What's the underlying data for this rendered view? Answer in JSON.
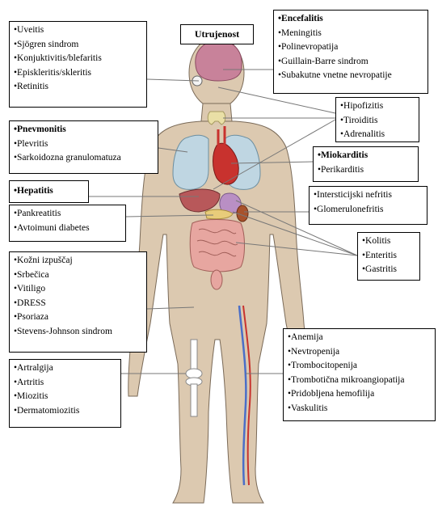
{
  "title": "Utrujenost",
  "boxes": {
    "eye": [
      "Uveitis",
      "Sjögren sindrom",
      "Konjuktivitis/blefaritis",
      "Episkleritis/skleritis",
      "Retinitis"
    ],
    "brain": [
      "Encefalitis",
      "Meningitis",
      "Polinevropatija",
      "Guillain-Barre sindrom",
      "Subakutne vnetne nevropatije"
    ],
    "endocrine": [
      "Hipofizitis",
      "Tiroiditis",
      "Adrenalitis"
    ],
    "lung": [
      "Pnevmonitis",
      "Plevritis",
      "Sarkoidozna granulomatuza"
    ],
    "heart": [
      "Miokarditis",
      "Perikarditis"
    ],
    "liver": [
      "Hepatitis"
    ],
    "kidney": [
      "Intersticijski nefritis",
      "Glomerulonefritis"
    ],
    "pancreas": [
      "Pankreatitis",
      "Avtoimuni diabetes"
    ],
    "gut": [
      "Kolitis",
      "Enteritis",
      "Gastritis"
    ],
    "skin": [
      "Kožni izpuščaj",
      "Srbečica",
      "Vitiligo",
      "DRESS",
      "Psoriaza",
      "Stevens-Johnson sindrom"
    ],
    "blood": [
      "Anemija",
      "Nevtropenija",
      "Trombocitopenija",
      "Trombotična mikroangiopatija",
      "Pridobljena hemofilija",
      "Vaskulitis"
    ],
    "joints": [
      "Artralgija",
      "Artritis",
      "Miozitis",
      "Dermatomiozitis"
    ]
  }
}
